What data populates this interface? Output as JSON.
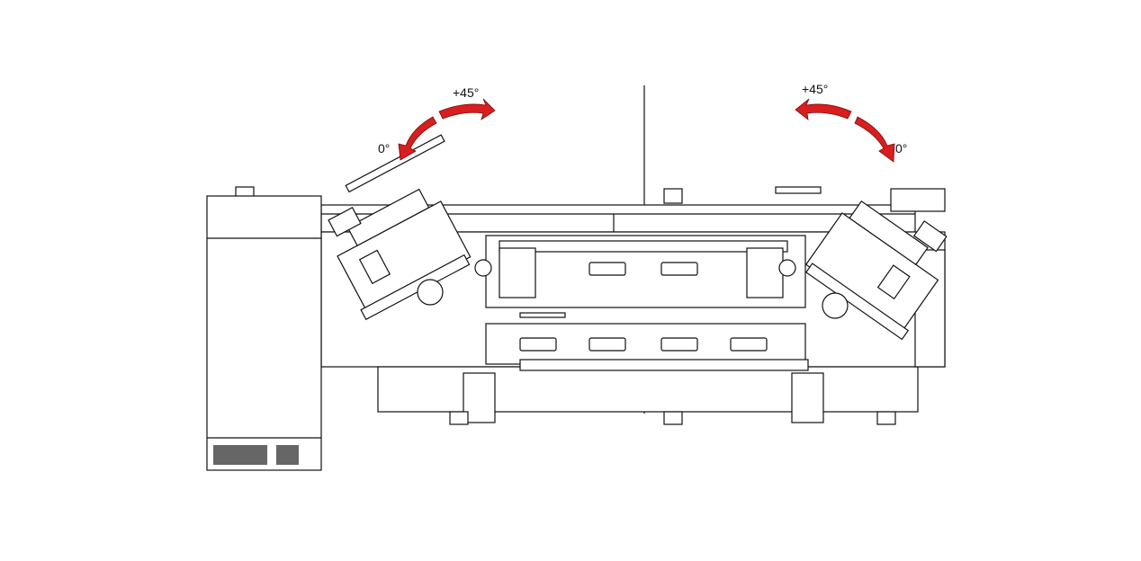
{
  "diagram": {
    "left_head": {
      "angle_max_label": "+45°",
      "angle_min_label": "0°"
    },
    "right_head": {
      "angle_max_label": "+45°",
      "angle_min_label": "0°"
    },
    "colors": {
      "arrow": "#d81e1e",
      "line": "#111111"
    }
  }
}
